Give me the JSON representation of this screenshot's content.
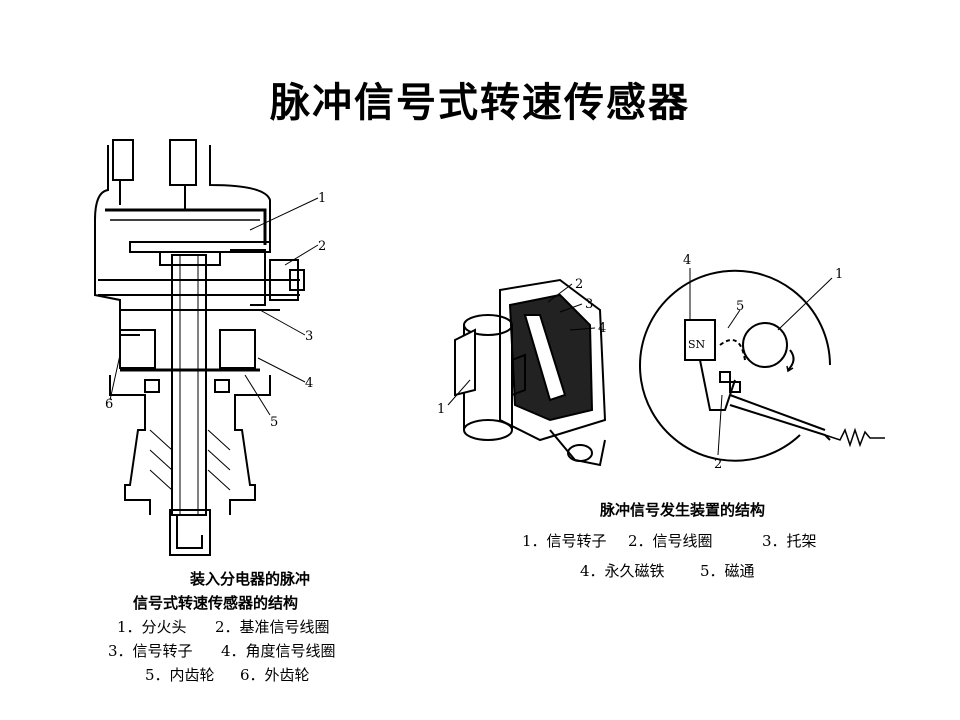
{
  "title": "脉冲信号式转速传感器",
  "left_figure": {
    "callouts": [
      "1",
      "2",
      "3",
      "4",
      "5",
      "6"
    ],
    "caption": {
      "line1": "装入分电器的脉冲",
      "line2": "信号式转速传感器的结构",
      "row1": [
        "1．分火头",
        "2．基准信号线圈"
      ],
      "row2": [
        "3．信号转子",
        "4．角度信号线圈"
      ],
      "row3": [
        "5．内齿轮",
        "6．外齿轮"
      ]
    }
  },
  "middle_figure": {
    "callouts": [
      "1",
      "2",
      "3",
      "4"
    ]
  },
  "right_figure": {
    "callouts": [
      "1",
      "2",
      "4",
      "5"
    ],
    "magnet_label": "SN"
  },
  "right_caption": {
    "heading": "脉冲信号发生装置的结构",
    "row1": [
      "1．信号转子",
      "2．信号线圈",
      "3．托架"
    ],
    "row2": [
      "4．永久磁铁",
      "5．磁通"
    ]
  }
}
